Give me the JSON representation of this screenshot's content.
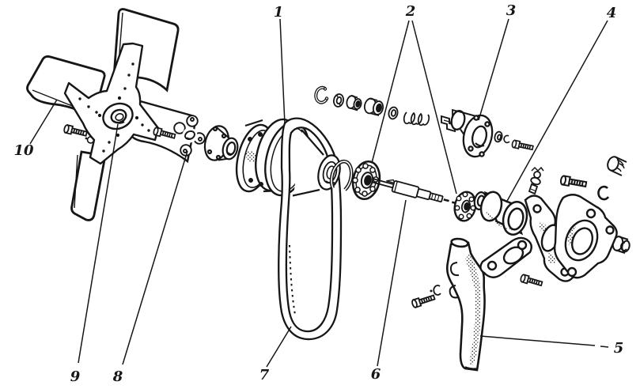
{
  "figure": {
    "kind": "exploded-parts-diagram",
    "ink_color": "#161616",
    "paper_color": "#ffffff",
    "callouts": [
      {
        "num": "1"
      },
      {
        "num": "2"
      },
      {
        "num": "3"
      },
      {
        "num": "4"
      },
      {
        "num": "5"
      },
      {
        "num": "6"
      },
      {
        "num": "7"
      },
      {
        "num": "8"
      },
      {
        "num": "9"
      },
      {
        "num": "10"
      }
    ]
  }
}
